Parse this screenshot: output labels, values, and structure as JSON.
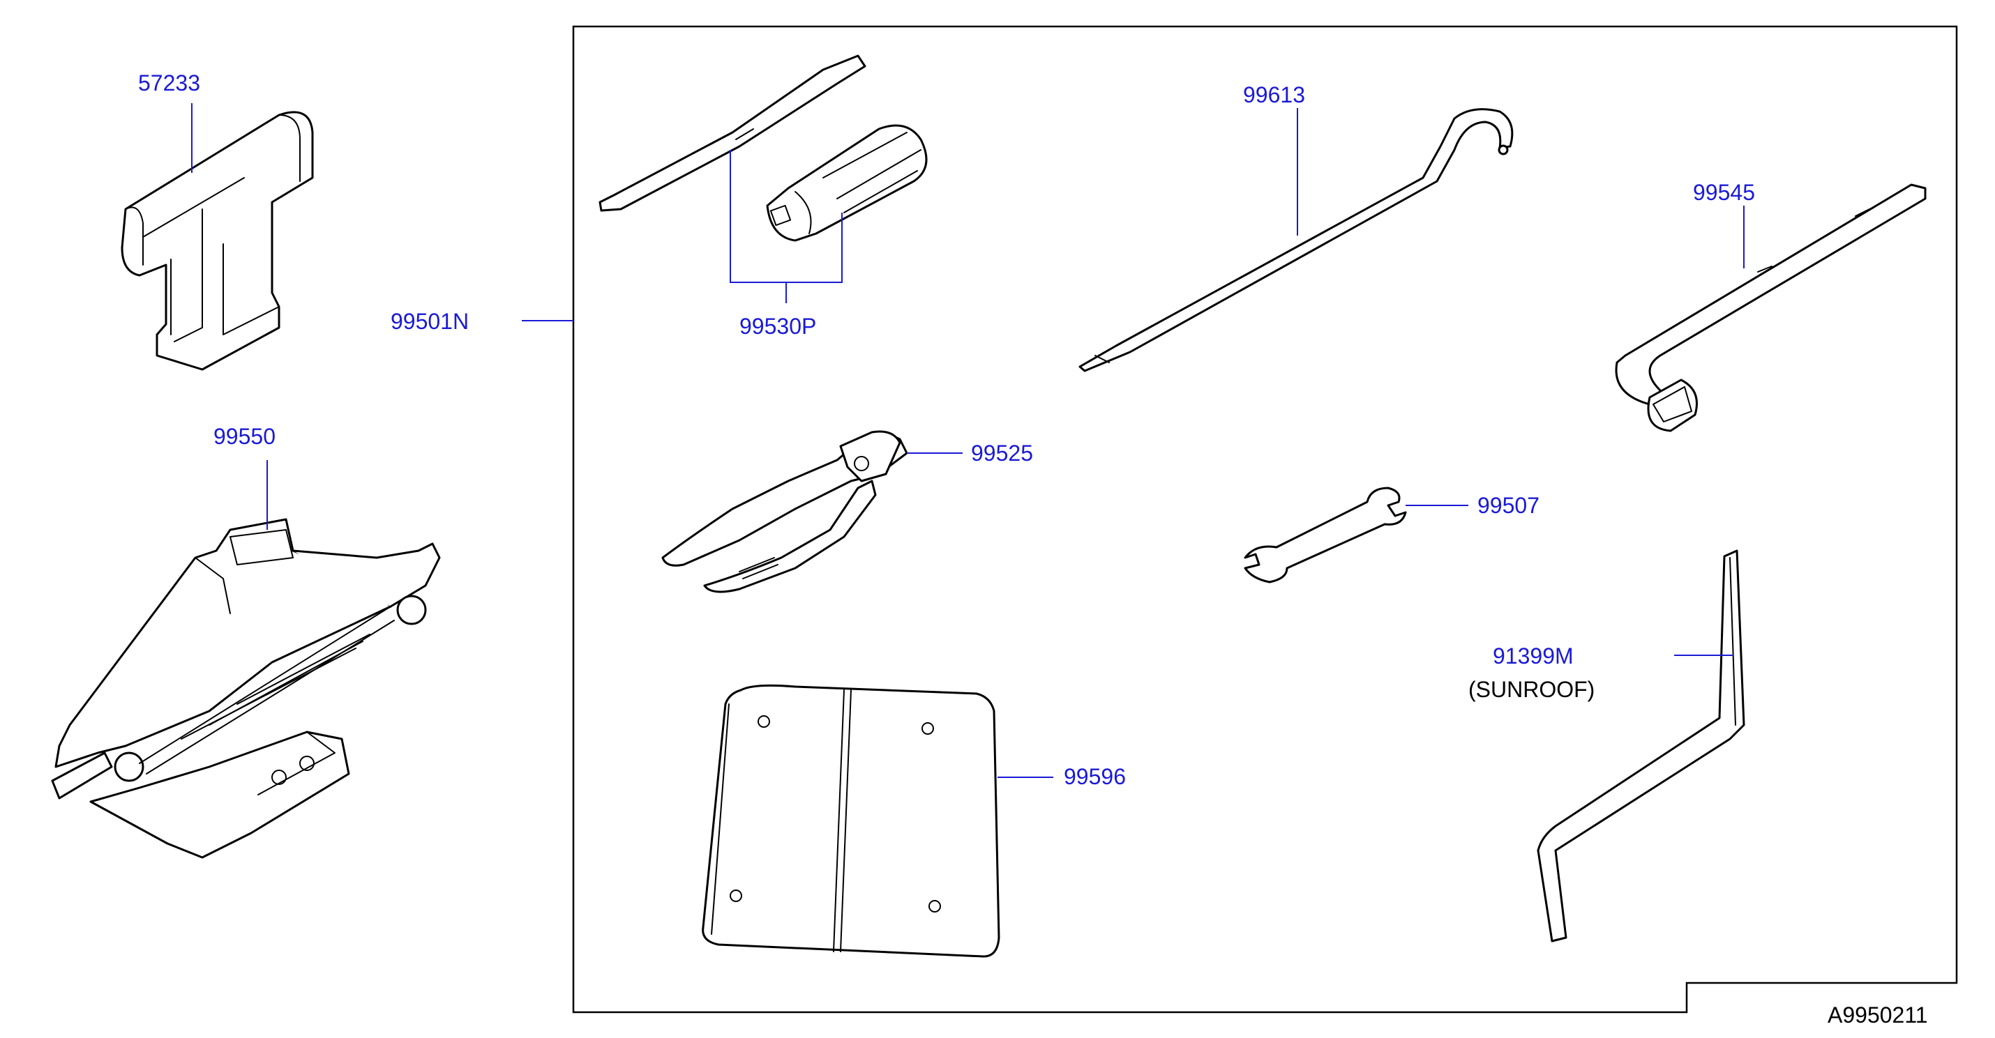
{
  "diagram": {
    "parts": [
      {
        "id": "p57233",
        "number": "57233"
      },
      {
        "id": "p99550",
        "number": "99550"
      },
      {
        "id": "p99501N",
        "number": "99501N"
      },
      {
        "id": "p99530P",
        "number": "99530P"
      },
      {
        "id": "p99613",
        "number": "99613"
      },
      {
        "id": "p99545",
        "number": "99545"
      },
      {
        "id": "p99525",
        "number": "99525"
      },
      {
        "id": "p99507",
        "number": "99507"
      },
      {
        "id": "p91399M",
        "number": "91399M",
        "note": "(SUNROOF)"
      },
      {
        "id": "p99596",
        "number": "99596"
      }
    ],
    "reference_code": "A9950211",
    "colors": {
      "label": "#1a1ad6",
      "line": "#000000"
    }
  }
}
